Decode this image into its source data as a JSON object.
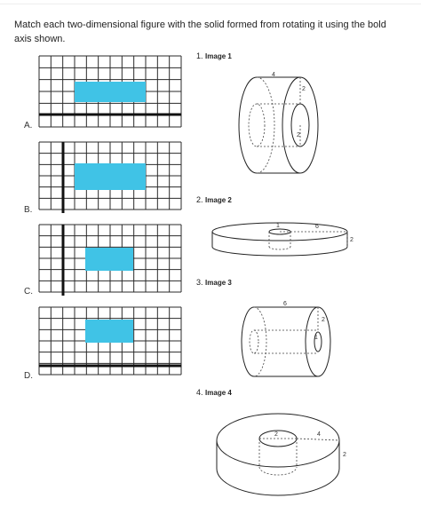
{
  "prompt": "Match each two-dimensional figure with the solid formed from rotating it using the bold axis shown.",
  "figures": [
    {
      "label": "A.",
      "axis": "bottom"
    },
    {
      "label": "B.",
      "axis": "left"
    },
    {
      "label": "C.",
      "axis": "left"
    },
    {
      "label": "D.",
      "axis": "bottom"
    }
  ],
  "questions": [
    {
      "number": "1.",
      "title": "Image 1",
      "dims": [
        "4",
        "2",
        "2"
      ]
    },
    {
      "number": "2.",
      "title": "Image 2",
      "dims": [
        "1",
        "6",
        "2"
      ]
    },
    {
      "number": "3.",
      "title": "Image 3",
      "dims": [
        "6",
        "2",
        "1"
      ]
    },
    {
      "number": "4.",
      "title": "Image 4",
      "dims": [
        "2",
        "4",
        "2"
      ]
    }
  ],
  "colors": {
    "shaded": "#40c3e6",
    "axis": "#111111"
  }
}
